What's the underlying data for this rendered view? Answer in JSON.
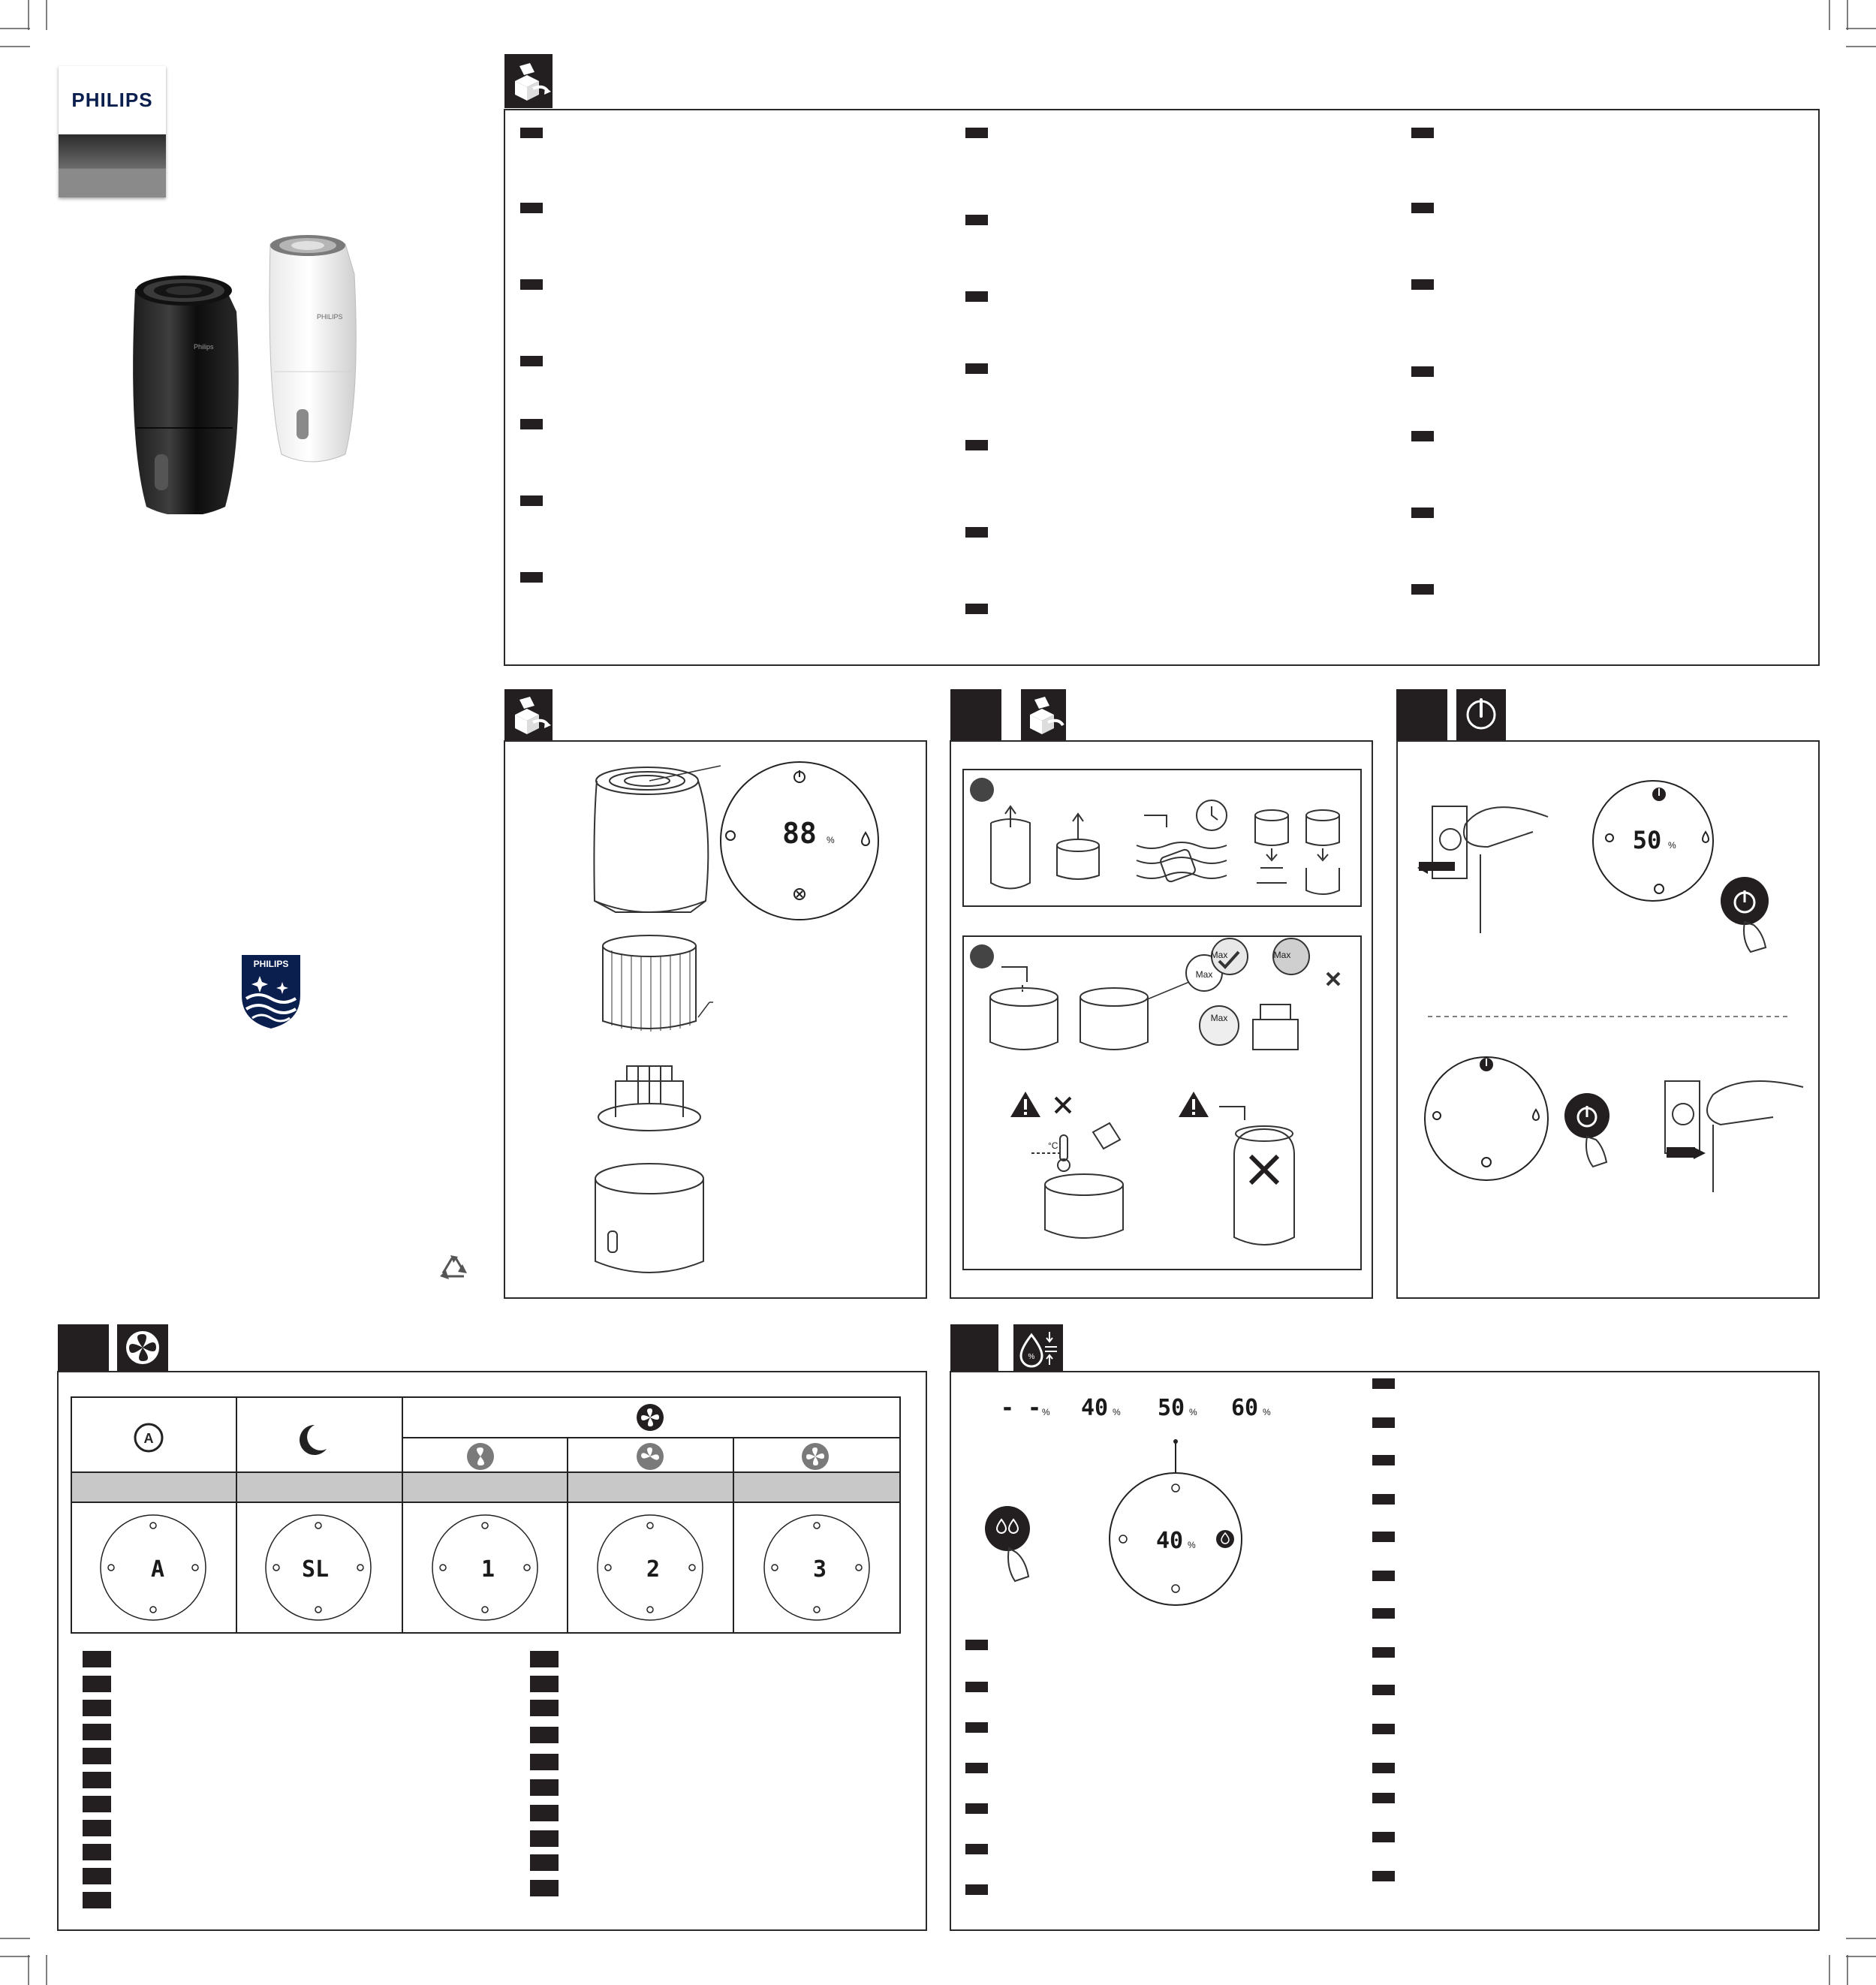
{
  "brand": {
    "wordmark": "PHILIPS",
    "shield_wordmark": "PHILIPS"
  },
  "product_labels": {
    "black_unit": "Philips",
    "white_unit": "PHILIPS"
  },
  "displays": {
    "overview_reading": "88",
    "overview_unit": "%",
    "power_on_reading": "50",
    "power_on_unit": "%",
    "fill_max_label": "Max",
    "temp_unit": "°C",
    "mode_auto": "A",
    "mode_sleep": "SL",
    "mode_speed1": "1",
    "mode_speed2": "2",
    "mode_speed3": "3",
    "humidity_levels": [
      "- -",
      "40",
      "50",
      "60"
    ],
    "humidity_unit": "%",
    "humidity_current": "40"
  },
  "icons": {
    "unbox": "box-open-icon",
    "power": "power-icon",
    "fan": "fan-icon",
    "humidity": "humidity-icon",
    "auto": "auto-mode-icon",
    "sleep": "sleep-icon",
    "warning": "warning-icon",
    "recycle": "recycle-icon"
  },
  "colors": {
    "ink": "#231f20",
    "panel_border": "#2a2a2a",
    "table_band": "#c8c8c8",
    "philips_blue": "#0b1f4f"
  }
}
